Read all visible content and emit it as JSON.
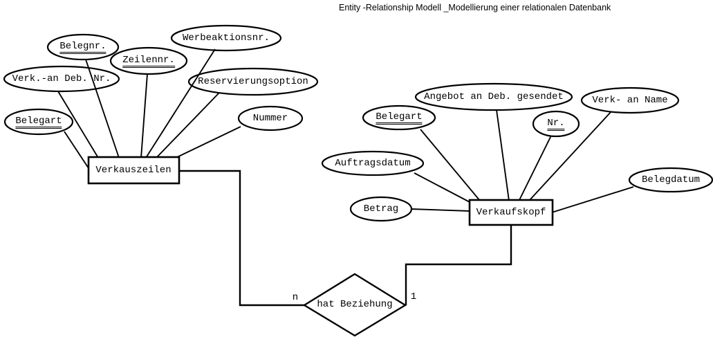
{
  "title": "Entity -Relationship Modell _Modellierung einer relationalen Datenbank",
  "colors": {
    "stroke": "#000000",
    "background": "#ffffff"
  },
  "diagram": {
    "left_entity": {
      "label": "Verkauszeilen",
      "attributes": [
        {
          "label": "Belegnr.",
          "key": true
        },
        {
          "label": "Zeilennr.",
          "key": true
        },
        {
          "label": "Verk.-an Deb. Nr.",
          "key": false
        },
        {
          "label": "Belegart",
          "key": true
        },
        {
          "label": "Werbeaktionsnr.",
          "key": false
        },
        {
          "label": "Reservierungsoption",
          "key": false
        },
        {
          "label": "Nummer",
          "key": false
        }
      ]
    },
    "right_entity": {
      "label": "Verkaufskopf",
      "attributes": [
        {
          "label": "Belegart",
          "key": true
        },
        {
          "label": "Angebot an Deb. gesendet",
          "key": false
        },
        {
          "label": "Nr.",
          "key": true
        },
        {
          "label": "Verk- an Name",
          "key": false
        },
        {
          "label": "Auftragsdatum",
          "key": false
        },
        {
          "label": "Betrag",
          "key": false
        },
        {
          "label": "Belegdatum",
          "key": false
        }
      ]
    },
    "relationship": {
      "label": "hat Beziehung",
      "cardinality_left": "n",
      "cardinality_right": "1"
    }
  }
}
